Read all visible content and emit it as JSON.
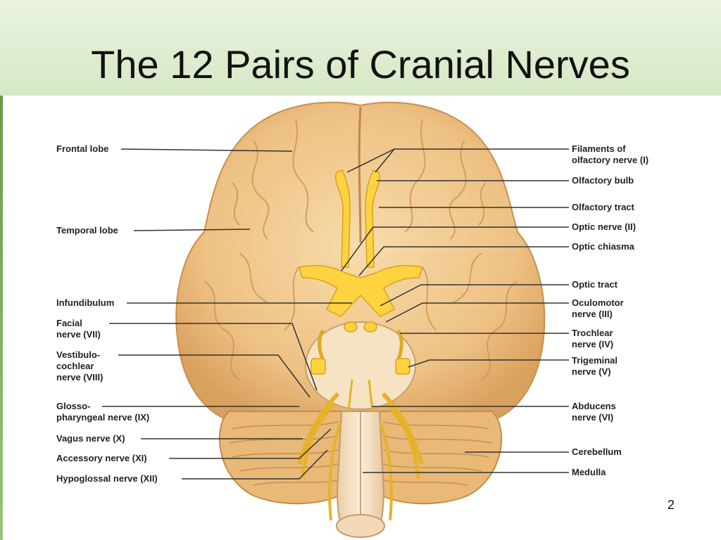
{
  "slide": {
    "title": "The 12 Pairs of Cranial Nerves",
    "page_number": "2"
  },
  "labels_left": {
    "frontal_lobe": "Frontal lobe",
    "temporal_lobe": "Temporal lobe",
    "infundibulum": "Infundibulum",
    "facial_nerve": "Facial\nnerve (VII)",
    "vestibulocochlear_nerve": "Vestibulo-\ncochlear\nnerve (VIII)",
    "glossopharyngeal_nerve": "Glosso-\npharyngeal nerve (IX)",
    "vagus_nerve": "Vagus nerve (X)",
    "accessory_nerve": "Accessory nerve (XI)",
    "hypoglossal_nerve": "Hypoglossal nerve (XII)"
  },
  "labels_right": {
    "filaments_olfactory": "Filaments of\nolfactory nerve (I)",
    "olfactory_bulb": "Olfactory bulb",
    "olfactory_tract": "Olfactory tract",
    "optic_nerve": "Optic nerve (II)",
    "optic_chiasma": "Optic chiasma",
    "optic_tract": "Optic tract",
    "oculomotor_nerve": "Oculomotor\nnerve (III)",
    "trochlear_nerve": "Trochlear\nnerve (IV)",
    "trigeminal_nerve": "Trigeminal\nnerve (V)",
    "abducens_nerve": "Abducens\nnerve (VI)",
    "cerebellum": "Cerebellum",
    "medulla": "Medulla"
  },
  "colors": {
    "title_band": "#d6e8c5",
    "brain": "#f0c98e",
    "brain_shade": "#d9a864",
    "nerve": "#ffd23f",
    "leader_line": "#333333"
  }
}
